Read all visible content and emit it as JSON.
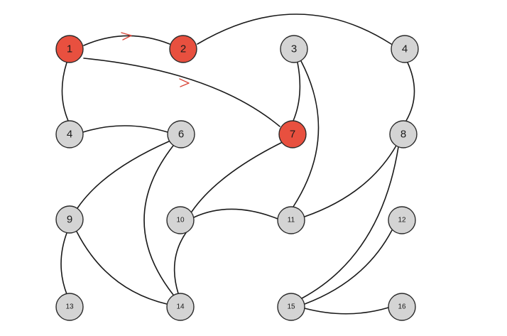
{
  "colors": {
    "visited_fill": "#e8503f",
    "unvisited_fill": "#d4d4d4",
    "edge": "#1a1a1a",
    "arrow": "#d9473a"
  },
  "nodes": [
    {
      "id": "n1",
      "label": "1",
      "state": "visited"
    },
    {
      "id": "n2",
      "label": "2",
      "state": "visited"
    },
    {
      "id": "n3",
      "label": "3",
      "state": "unvisited"
    },
    {
      "id": "n4a",
      "label": "4",
      "state": "unvisited"
    },
    {
      "id": "n4b",
      "label": "4",
      "state": "unvisited"
    },
    {
      "id": "n6",
      "label": "6",
      "state": "unvisited"
    },
    {
      "id": "n7",
      "label": "7",
      "state": "visited"
    },
    {
      "id": "n8",
      "label": "8",
      "state": "unvisited"
    },
    {
      "id": "n9",
      "label": "9",
      "state": "unvisited"
    },
    {
      "id": "n10",
      "label": "10",
      "state": "unvisited"
    },
    {
      "id": "n11",
      "label": "11",
      "state": "unvisited"
    },
    {
      "id": "n12",
      "label": "12",
      "state": "unvisited"
    },
    {
      "id": "n13",
      "label": "13",
      "state": "unvisited"
    },
    {
      "id": "n14",
      "label": "14",
      "state": "unvisited"
    },
    {
      "id": "n15",
      "label": "15",
      "state": "unvisited"
    },
    {
      "id": "n16",
      "label": "16",
      "state": "unvisited"
    }
  ],
  "edges": [
    {
      "from": "n1",
      "to": "n2",
      "directed": true
    },
    {
      "from": "n1",
      "to": "n7",
      "directed": true
    },
    {
      "from": "n1",
      "to": "n4b",
      "directed": false
    },
    {
      "from": "n2",
      "to": "n4a",
      "directed": false
    },
    {
      "from": "n3",
      "to": "n7",
      "directed": false
    },
    {
      "from": "n3",
      "to": "n11",
      "directed": false
    },
    {
      "from": "n4a",
      "to": "n8",
      "directed": false
    },
    {
      "from": "n4b",
      "to": "n6",
      "directed": false
    },
    {
      "from": "n6",
      "to": "n9",
      "directed": false
    },
    {
      "from": "n6",
      "to": "n14",
      "directed": false
    },
    {
      "from": "n7",
      "to": "n10",
      "directed": false
    },
    {
      "from": "n8",
      "to": "n11",
      "directed": false
    },
    {
      "from": "n8",
      "to": "n15",
      "directed": false
    },
    {
      "from": "n9",
      "to": "n13",
      "directed": false
    },
    {
      "from": "n9",
      "to": "n14",
      "directed": false
    },
    {
      "from": "n10",
      "to": "n11",
      "directed": false
    },
    {
      "from": "n10",
      "to": "n14",
      "directed": false
    },
    {
      "from": "n12",
      "to": "n15",
      "directed": false
    },
    {
      "from": "n15",
      "to": "n16",
      "directed": false
    }
  ]
}
